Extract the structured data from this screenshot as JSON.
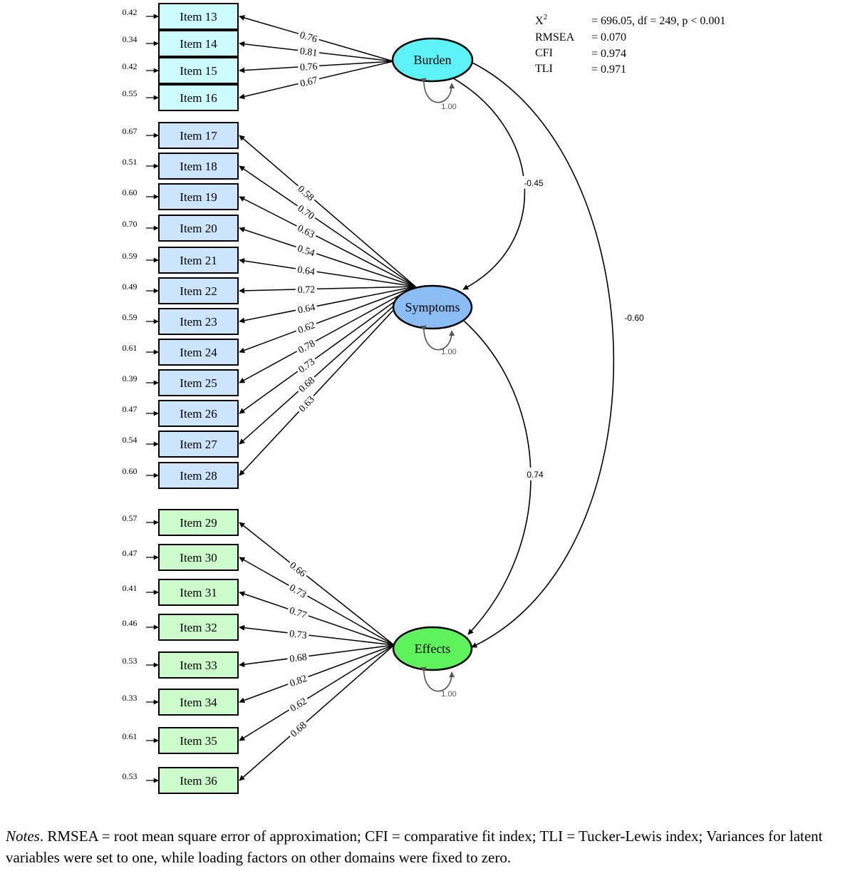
{
  "colors": {
    "burden_items": "#ccfcfe",
    "symptoms_items": "#cce4fc",
    "effects_items": "#ccfccc",
    "burden_factor": "#5cf2f6",
    "symptoms_factor": "#89bdf4",
    "effects_factor": "#5ef25d",
    "stroke": "#000000",
    "self_arrow": "#555555"
  },
  "fit": {
    "chi_label": "X",
    "chi_sup": "2",
    "chi_value": "= 696.05, df = 249, p < 0.001",
    "rmsea_label": "RMSEA",
    "rmsea_value": "= 0.070",
    "cfi_label": "CFI",
    "cfi_value": "= 0.974",
    "tli_label": "TLI",
    "tli_value": "= 0.971"
  },
  "factors": [
    {
      "id": "burden",
      "label": "Burden",
      "variance": "1.00",
      "items": [
        {
          "label": "Item 13",
          "error": "0.42",
          "loading": "0.76"
        },
        {
          "label": "Item 14",
          "error": "0.34",
          "loading": "0.81"
        },
        {
          "label": "Item 15",
          "error": "0.42",
          "loading": "0.76"
        },
        {
          "label": "Item 16",
          "error": "0.55",
          "loading": "0.67"
        }
      ]
    },
    {
      "id": "symptoms",
      "label": "Symptoms",
      "variance": "1.00",
      "items": [
        {
          "label": "Item 17",
          "error": "0.67",
          "loading": "0.58"
        },
        {
          "label": "Item 18",
          "error": "0.51",
          "loading": "0.70"
        },
        {
          "label": "Item 19",
          "error": "0.60",
          "loading": "0.63"
        },
        {
          "label": "Item 20",
          "error": "0.70",
          "loading": "0.54"
        },
        {
          "label": "Item 21",
          "error": "0.59",
          "loading": "0.64"
        },
        {
          "label": "Item 22",
          "error": "0.49",
          "loading": "0.72"
        },
        {
          "label": "Item 23",
          "error": "0.59",
          "loading": "0.64"
        },
        {
          "label": "Item 24",
          "error": "0.61",
          "loading": "0.62"
        },
        {
          "label": "Item 25",
          "error": "0.39",
          "loading": "0.78"
        },
        {
          "label": "Item 26",
          "error": "0.47",
          "loading": "0.73"
        },
        {
          "label": "Item 27",
          "error": "0.54",
          "loading": "0.68"
        },
        {
          "label": "Item 28",
          "error": "0.60",
          "loading": "0.63"
        }
      ]
    },
    {
      "id": "effects",
      "label": "Effects",
      "variance": "1.00",
      "items": [
        {
          "label": "Item 29",
          "error": "0.57",
          "loading": "0.66"
        },
        {
          "label": "Item 30",
          "error": "0.47",
          "loading": "0.73"
        },
        {
          "label": "Item 31",
          "error": "0.41",
          "loading": "0.77"
        },
        {
          "label": "Item 32",
          "error": "0.46",
          "loading": "0.73"
        },
        {
          "label": "Item 33",
          "error": "0.53",
          "loading": "0.68"
        },
        {
          "label": "Item 34",
          "error": "0.33",
          "loading": "0.82"
        },
        {
          "label": "Item 35",
          "error": "0.61",
          "loading": "0.62"
        },
        {
          "label": "Item 36",
          "error": "0.53",
          "loading": "0.68"
        }
      ]
    }
  ],
  "correlations": {
    "burden_symptoms": "-0.45",
    "symptoms_effects": "0.74",
    "burden_effects": "-0.60"
  },
  "notes": {
    "lead": "Notes",
    "text": ". RMSEA = root mean square error of approximation; CFI = comparative fit index; TLI = Tucker-Lewis index; Variances for latent variables were set to one, while loading factors on other domains were fixed to zero."
  }
}
